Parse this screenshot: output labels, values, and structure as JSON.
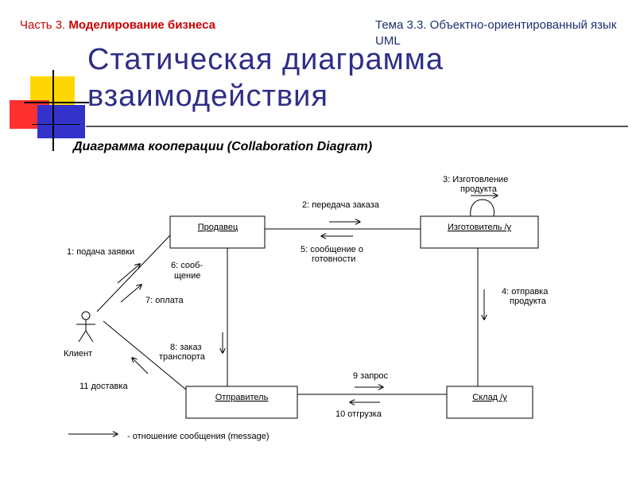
{
  "header": {
    "left_prefix": "Часть 3. ",
    "left_bold": "Моделирование бизнеса",
    "right": "Тема 3.3. Объектно-ориентированный язык UML"
  },
  "slide": {
    "title_line1": "Статическая диаграмма",
    "title_line2": "взаимодействия",
    "subtitle": "Диаграмма кооперации (Collaboration Diagram)"
  },
  "colors": {
    "header_left": "#cc0000",
    "header_right": "#1f2f6f",
    "title": "#2e2e87",
    "deco_yellow": "#ffd700",
    "deco_red": "#ff3030",
    "deco_blue": "#3333cc"
  },
  "diagram": {
    "objects": {
      "seller": "Продавец",
      "manufacturer": "Изготовитель /у",
      "sender": "Отправитель",
      "warehouse": "Склад /у",
      "client": "Клиент"
    },
    "messages": {
      "m1": "1: подача заявки",
      "m2": "2: передача заказа",
      "m3_line1": "3: Изготовление",
      "m3_line2": "продукта",
      "m4_line1": "4: отправка",
      "m4_line2": "продукта",
      "m5_line1": "5: сообщение о",
      "m5_line2": "готовности",
      "m6_line1": "6: сооб-",
      "m6_line2": "щение",
      "m7": "7: оплата",
      "m8_line1": "8: заказ",
      "m8_line2": "транспорта",
      "m9": "9 запрос",
      "m10": "10 отгрузка",
      "m11": "11 доставка"
    },
    "legend": "- отношение сообщения (message)"
  }
}
